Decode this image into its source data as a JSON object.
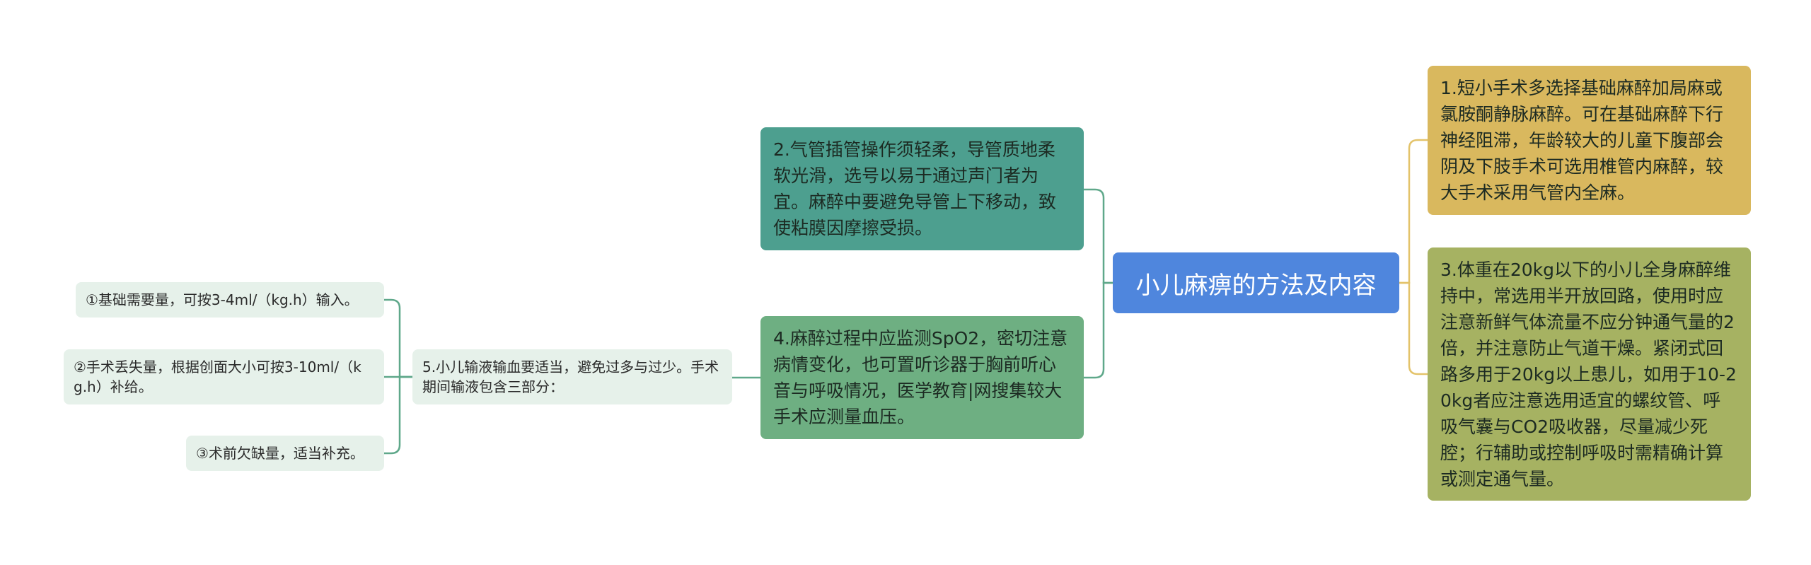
{
  "root": {
    "label": "小儿麻痹的方法及内容"
  },
  "right_branches": [
    {
      "text": "1.短小手术多选择基础麻醉加局麻或氯胺酮静脉麻醉。可在基础麻醉下行神经阻滞，年龄较大的儿童下腹部会阴及下肢手术可选用椎管内麻醉，较大手术采用气管内全麻。"
    },
    {
      "text": "3.体重在20kg以下的小儿全身麻醉维持中，常选用半开放回路，使用时应注意新鲜气体流量不应分钟通气量的2倍，并注意防止气道干燥。紧闭式回路多用于20kg以上患儿，如用于10-20kg者应注意选用适宜的螺纹管、呼吸气囊与CO2吸收器，尽量减少死腔；行辅助或控制呼吸时需精确计算或测定通气量。"
    }
  ],
  "left_branches": [
    {
      "text": "2.气管插管操作须轻柔，导管质地柔软光滑，选号以易于通过声门者为宜。麻醉中要避免导管上下移动，致使粘膜因摩擦受损。"
    },
    {
      "text": "4.麻醉过程中应监测SpO2，密切注意病情变化，也可置听诊器于胸前听心音与呼吸情况，医学教育|网搜集较大手术应测量血压。"
    },
    {
      "text": "5.小儿输液输血要适当，避免过多与过少。手术期间输液包含三部分：",
      "children": [
        {
          "text": "①基础需要量，可按3-4ml/（kg.h）输入。"
        },
        {
          "text": "②手术丢失量，根据创面大小可按3-10ml/（kg.h）补给。"
        },
        {
          "text": "③术前欠缺量，适当补充。"
        }
      ]
    }
  ],
  "colors": {
    "root": "#4f86dd",
    "branch_1": "#d9b85e",
    "branch_3": "#a6b262",
    "branch_2": "#4d9f8f",
    "branch_4": "#6eaf82",
    "leaf": "#e6f1ea",
    "connector_right": "#e3c36a",
    "connector_left": "#5fa88a"
  }
}
